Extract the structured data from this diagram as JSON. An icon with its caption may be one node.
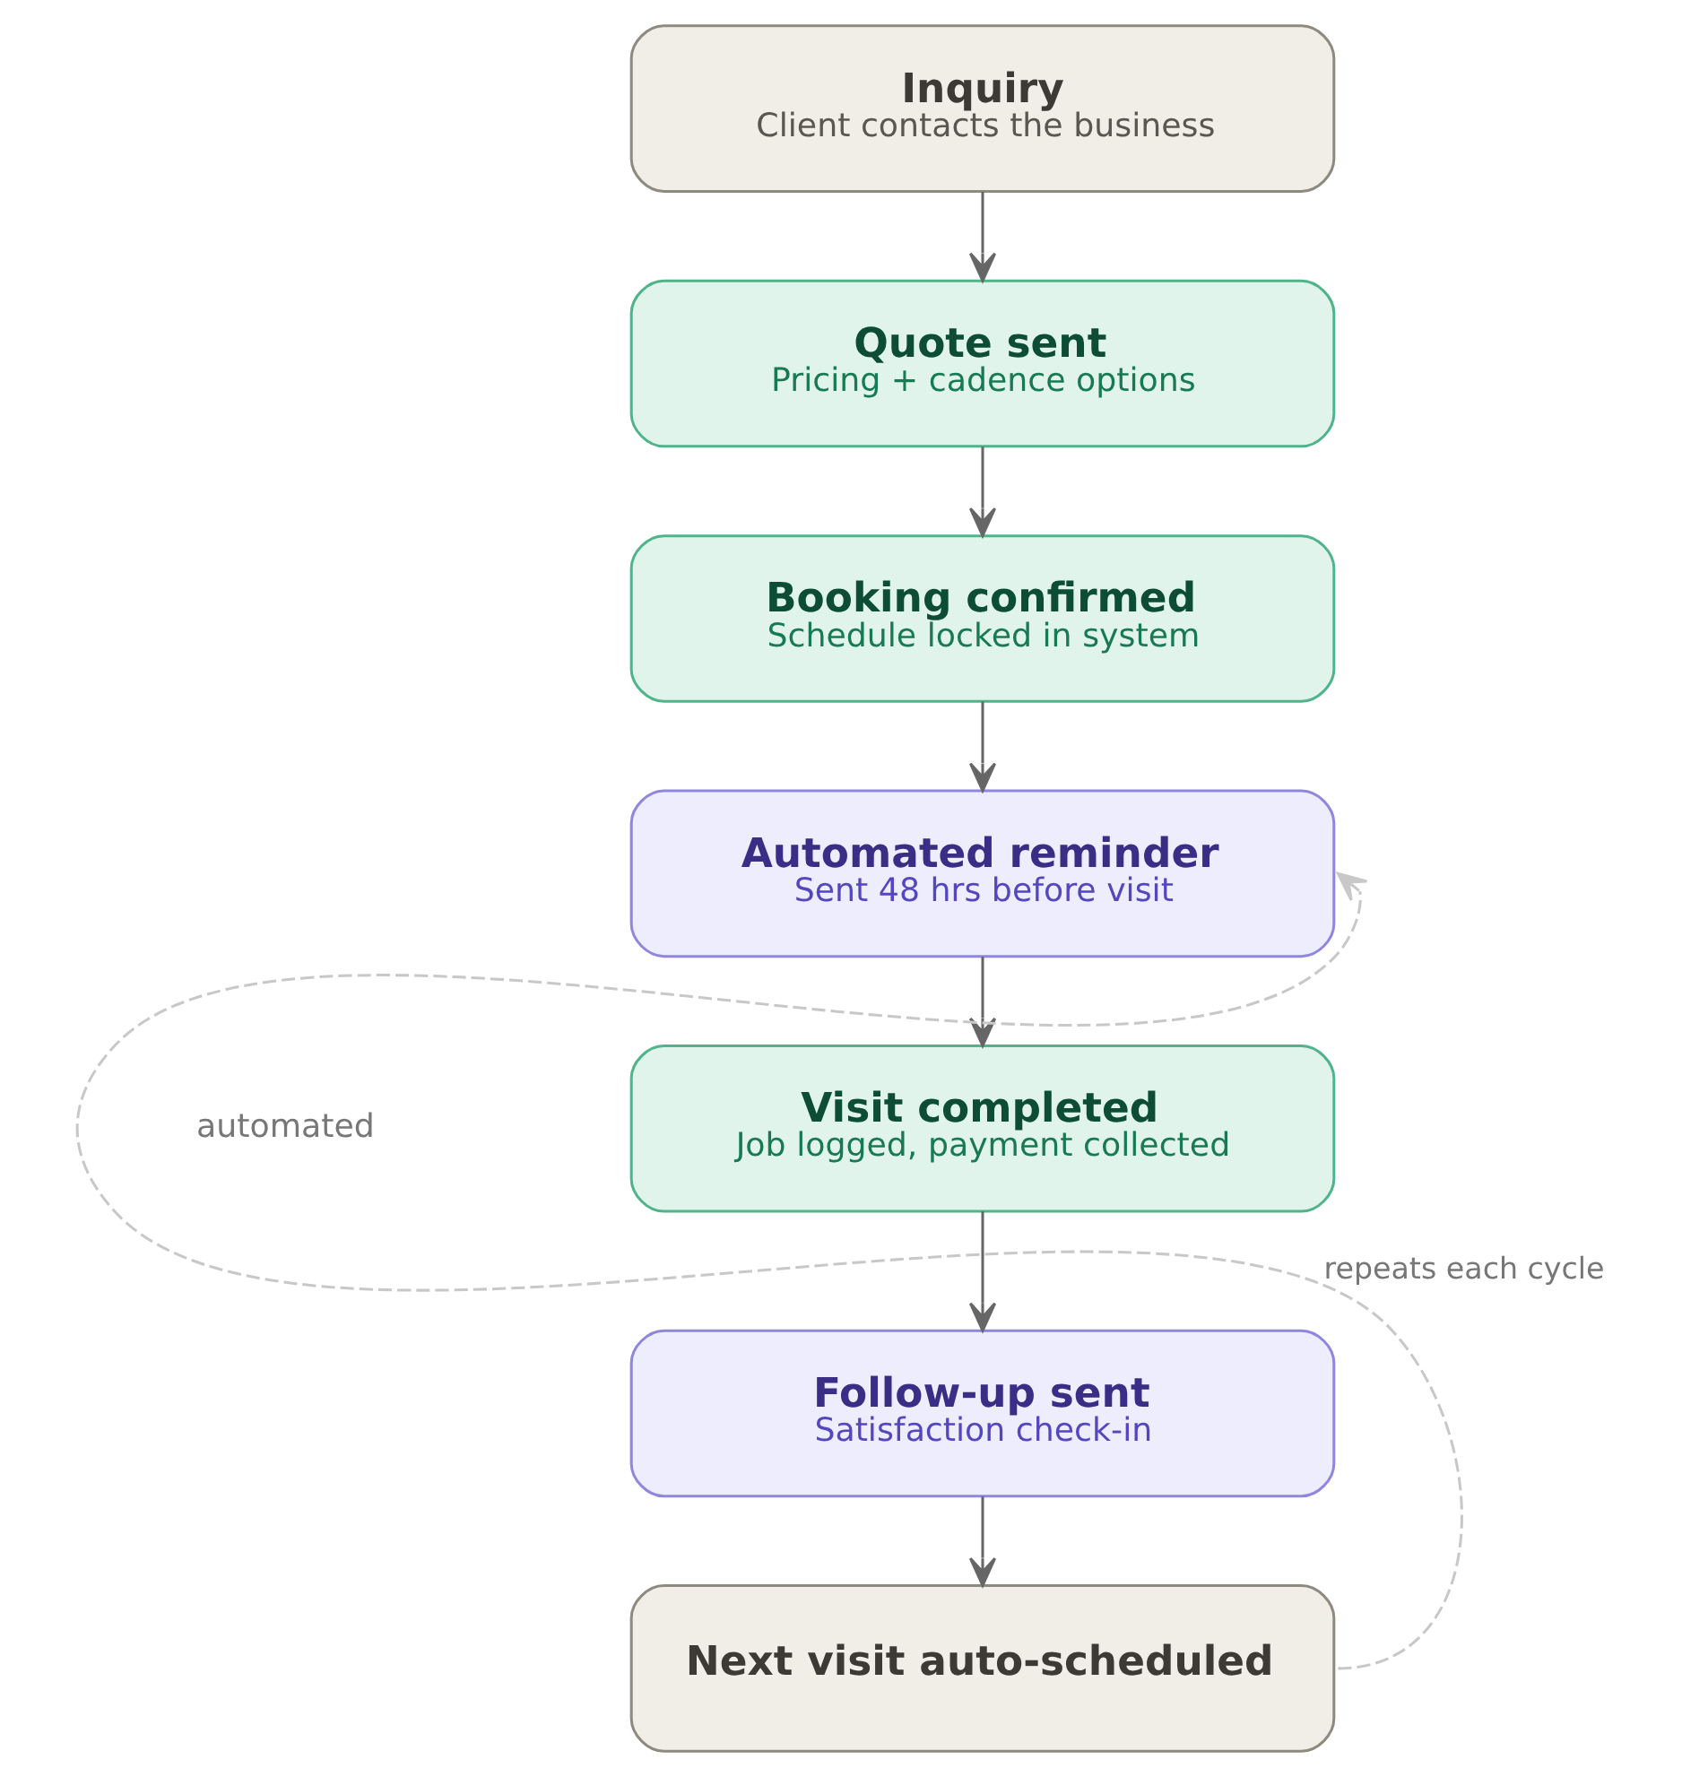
{
  "diagram": {
    "nodes": [
      {
        "text": [
          "Inquiry",
          "Client contacts the business"
        ]
      },
      {
        "text": [
          "Quote sent",
          "Pricing + cadence options"
        ]
      },
      {
        "text": [
          "Booking confirmed",
          "Schedule locked in system"
        ]
      },
      {
        "text": [
          "Automated reminder",
          "Sent 48 hrs before visit"
        ]
      },
      {
        "text": [
          "Visit completed",
          "Job logged, payment collected"
        ]
      },
      {
        "text": [
          "Follow-up sent",
          "Satisfaction check-in"
        ]
      },
      {
        "text": [
          "Next visit auto-scheduled"
        ]
      }
    ],
    "edges": [
      {
        "from": 0,
        "to": 1,
        "arrow": "to"
      },
      {
        "from": 1,
        "to": 2,
        "arrow": "to"
      },
      {
        "from": 2,
        "to": 3,
        "arrow": "to"
      },
      {
        "from": 3,
        "to": 4,
        "arrow": "to"
      },
      {
        "from": 4,
        "to": 5,
        "arrow": "to"
      },
      {
        "from": 5,
        "to": 6,
        "arrow": "to"
      },
      {
        "from": 6,
        "to": 3,
        "arrow": "to",
        "label": "repeats each cycle",
        "style": "dashed",
        "color": "#c8c8c8"
      }
    ],
    "labels": [
      "automated"
    ]
  }
}
